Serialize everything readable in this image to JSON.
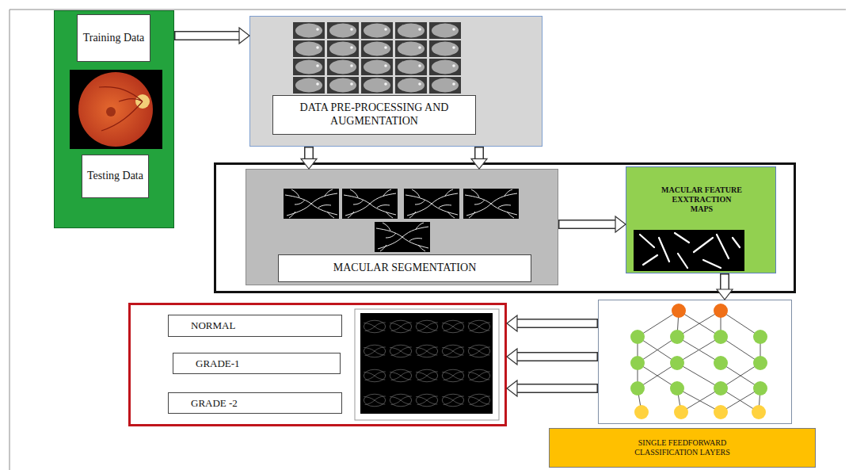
{
  "diagram": {
    "nodes": [
      {
        "text": []
      },
      {
        "text": [
          "Training Data"
        ],
        "in": 0
      },
      {
        "text": [
          "Testing Data"
        ],
        "in": 0
      },
      {
        "text": [
          "DATA PRE-PROCESSING AND AUGMENTATION"
        ]
      },
      {
        "text": []
      },
      {
        "text": [
          "MACULAR SEGMENTATION"
        ],
        "in": 4
      },
      {
        "text": [
          "MACULAR FEATURE EXXTRACTION MAPS"
        ],
        "in": 4
      },
      {
        "text": []
      },
      {
        "text": [
          "NORMAL"
        ],
        "in": 7
      },
      {
        "text": [
          "GRADE-1"
        ],
        "in": 7
      },
      {
        "text": [
          "GRADE -2"
        ],
        "in": 7
      },
      {
        "text": []
      },
      {
        "text": [
          "SINGLE FEEDFORWARD CLASSIFICATION LAYERS"
        ]
      }
    ],
    "edges": [
      {
        "from": 0,
        "to": 3,
        "arrow": "to"
      },
      {
        "from": 3,
        "to": 5,
        "arrow": "to"
      },
      {
        "from": 3,
        "to": 5,
        "arrow": "to"
      },
      {
        "from": 5,
        "to": 6,
        "arrow": "to"
      },
      {
        "from": 6,
        "to": 11,
        "arrow": "to"
      },
      {
        "from": 11,
        "to": 7,
        "arrow": "to"
      },
      {
        "from": 11,
        "to": 7,
        "arrow": "to"
      },
      {
        "from": 11,
        "to": 7,
        "arrow": "to"
      }
    ]
  }
}
